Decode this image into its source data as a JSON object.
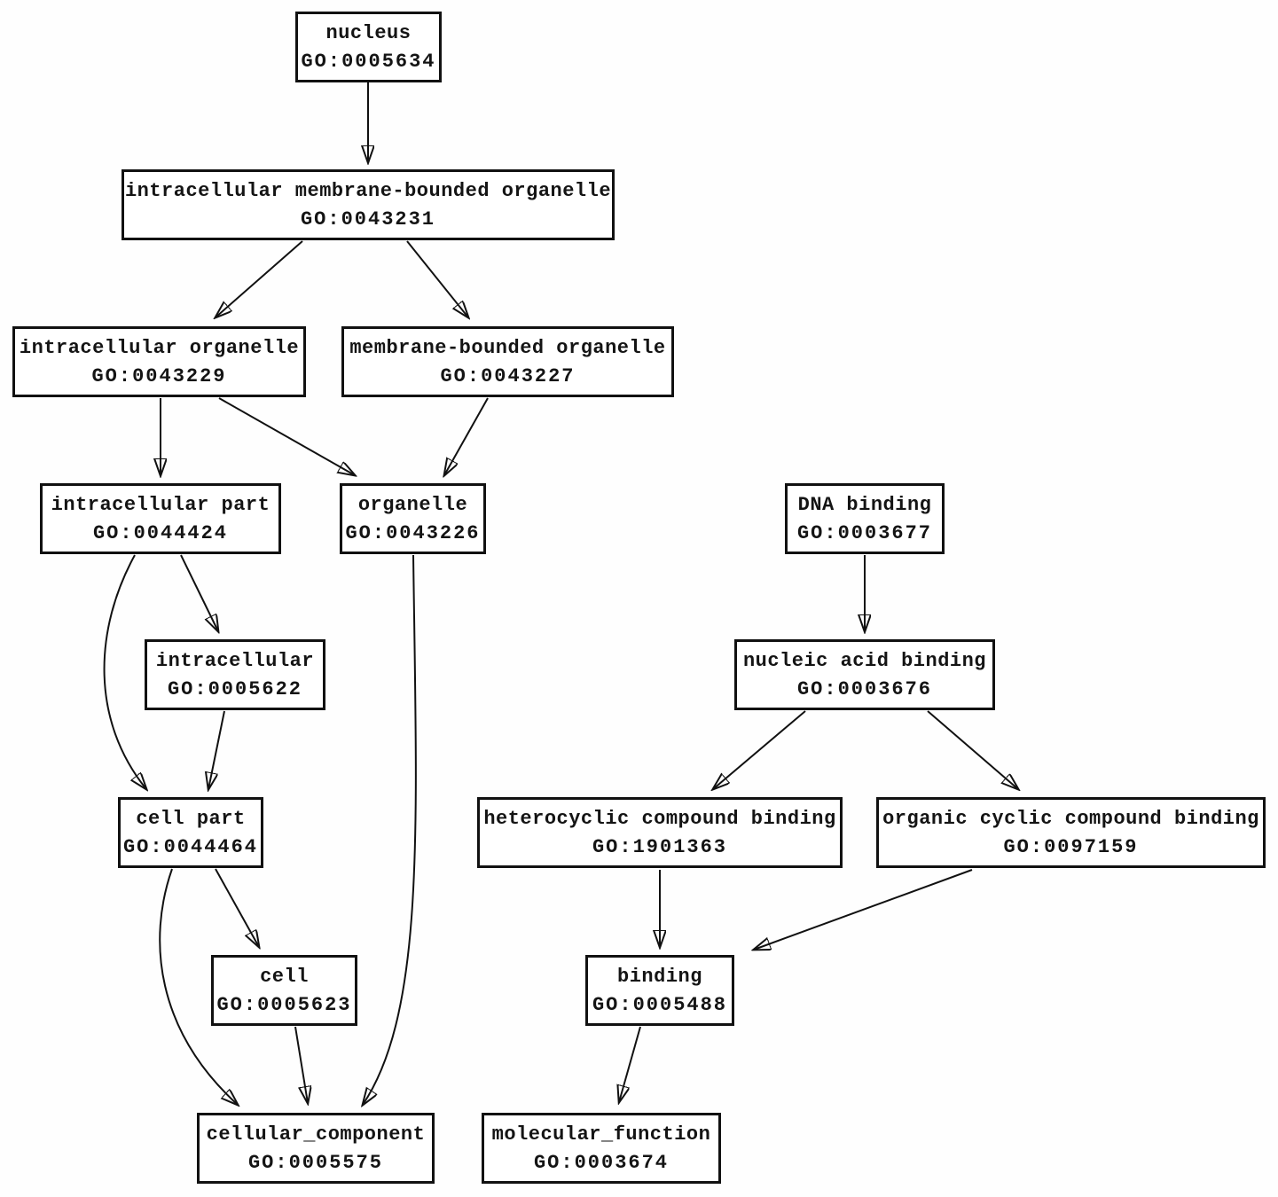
{
  "diagram": {
    "type": "directed-acyclic-graph",
    "description": "Gene Ontology term ancestry graph (cellular_component and molecular_function branches)",
    "colors": {
      "background": "#fefefe",
      "node_fill": "#ffffff",
      "node_border": "#111111",
      "edge": "#111111",
      "text": "#141414"
    },
    "nodes": [
      {
        "id": "go0005634",
        "label": "nucleus",
        "go_id": "GO:0005634"
      },
      {
        "id": "go0043231",
        "label": "intracellular membrane-bounded organelle",
        "go_id": "GO:0043231"
      },
      {
        "id": "go0043229",
        "label": "intracellular organelle",
        "go_id": "GO:0043229"
      },
      {
        "id": "go0043227",
        "label": "membrane-bounded organelle",
        "go_id": "GO:0043227"
      },
      {
        "id": "go0044424",
        "label": "intracellular part",
        "go_id": "GO:0044424"
      },
      {
        "id": "go0043226",
        "label": "organelle",
        "go_id": "GO:0043226"
      },
      {
        "id": "go0003677",
        "label": "DNA binding",
        "go_id": "GO:0003677"
      },
      {
        "id": "go0005622",
        "label": "intracellular",
        "go_id": "GO:0005622"
      },
      {
        "id": "go0003676",
        "label": "nucleic acid binding",
        "go_id": "GO:0003676"
      },
      {
        "id": "go0044464",
        "label": "cell part",
        "go_id": "GO:0044464"
      },
      {
        "id": "go1901363",
        "label": "heterocyclic compound binding",
        "go_id": "GO:1901363"
      },
      {
        "id": "go0097159",
        "label": "organic cyclic compound binding",
        "go_id": "GO:0097159"
      },
      {
        "id": "go0005623",
        "label": "cell",
        "go_id": "GO:0005623"
      },
      {
        "id": "go0005488",
        "label": "binding",
        "go_id": "GO:0005488"
      },
      {
        "id": "go0005575",
        "label": "cellular_component",
        "go_id": "GO:0005575"
      },
      {
        "id": "go0003674",
        "label": "molecular_function",
        "go_id": "GO:0003674"
      }
    ],
    "edges": [
      {
        "from": "GO:0005634",
        "to": "GO:0043231"
      },
      {
        "from": "GO:0043231",
        "to": "GO:0043229"
      },
      {
        "from": "GO:0043231",
        "to": "GO:0043227"
      },
      {
        "from": "GO:0043229",
        "to": "GO:0044424"
      },
      {
        "from": "GO:0043229",
        "to": "GO:0043226"
      },
      {
        "from": "GO:0043227",
        "to": "GO:0043226"
      },
      {
        "from": "GO:0044424",
        "to": "GO:0005622"
      },
      {
        "from": "GO:0044424",
        "to": "GO:0044464"
      },
      {
        "from": "GO:0005622",
        "to": "GO:0044464"
      },
      {
        "from": "GO:0044464",
        "to": "GO:0005623"
      },
      {
        "from": "GO:0044464",
        "to": "GO:0005575"
      },
      {
        "from": "GO:0005623",
        "to": "GO:0005575"
      },
      {
        "from": "GO:0043226",
        "to": "GO:0005575"
      },
      {
        "from": "GO:0003677",
        "to": "GO:0003676"
      },
      {
        "from": "GO:0003676",
        "to": "GO:1901363"
      },
      {
        "from": "GO:0003676",
        "to": "GO:0097159"
      },
      {
        "from": "GO:1901363",
        "to": "GO:0005488"
      },
      {
        "from": "GO:0097159",
        "to": "GO:0005488"
      },
      {
        "from": "GO:0005488",
        "to": "GO:0003674"
      }
    ]
  }
}
